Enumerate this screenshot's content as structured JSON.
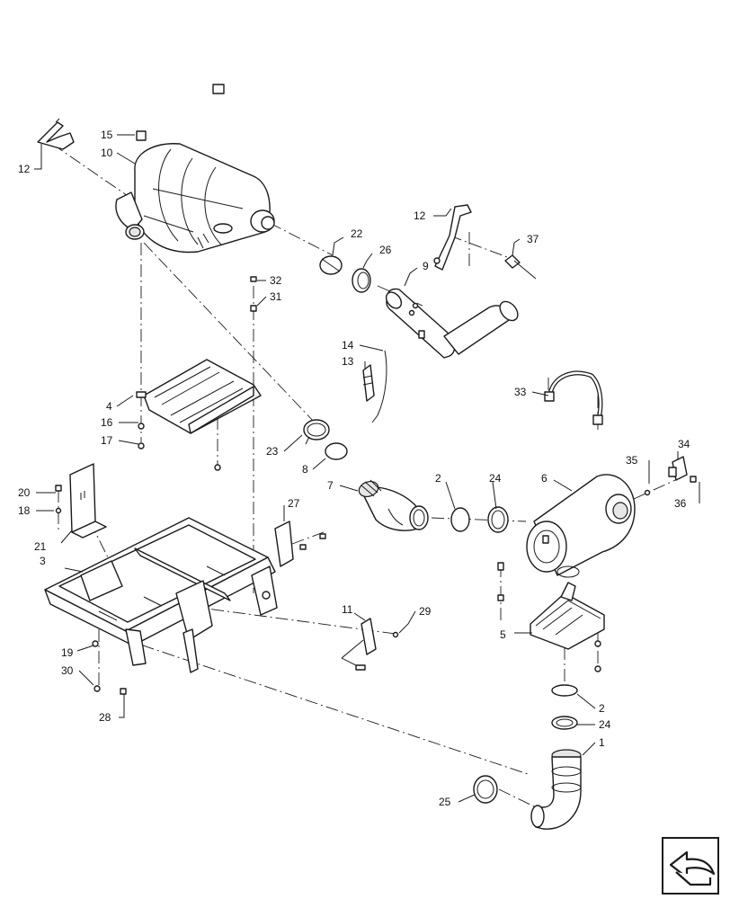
{
  "diagram": {
    "callouts": [
      {
        "id": "c12a",
        "label": "12",
        "part": "bracket"
      },
      {
        "id": "c15",
        "label": "15",
        "part": "strap"
      },
      {
        "id": "c10",
        "label": "10",
        "part": "muffler"
      },
      {
        "id": "c12b",
        "label": "12",
        "part": "bracket"
      },
      {
        "id": "c37",
        "label": "37",
        "part": "clip"
      },
      {
        "id": "c22",
        "label": "22",
        "part": "clamp"
      },
      {
        "id": "c26",
        "label": "26",
        "part": "seal"
      },
      {
        "id": "c9",
        "label": "9",
        "part": "tailpipe"
      },
      {
        "id": "c32",
        "label": "32",
        "part": "bolt"
      },
      {
        "id": "c31",
        "label": "31",
        "part": "washer"
      },
      {
        "id": "c14",
        "label": "14",
        "part": "sensor-lead"
      },
      {
        "id": "c13",
        "label": "13",
        "part": "sensor"
      },
      {
        "id": "c33",
        "label": "33",
        "part": "strap"
      },
      {
        "id": "c4",
        "label": "4",
        "part": "muffler-mount"
      },
      {
        "id": "c16",
        "label": "16",
        "part": "washer"
      },
      {
        "id": "c17",
        "label": "17",
        "part": "nut"
      },
      {
        "id": "c23",
        "label": "23",
        "part": "clamp"
      },
      {
        "id": "c8",
        "label": "8",
        "part": "seal"
      },
      {
        "id": "c34",
        "label": "34",
        "part": "sensor"
      },
      {
        "id": "c35",
        "label": "35",
        "part": "bolt"
      },
      {
        "id": "c36",
        "label": "36",
        "part": "screw"
      },
      {
        "id": "c7",
        "label": "7",
        "part": "flex-pipe"
      },
      {
        "id": "c2a",
        "label": "2",
        "part": "seal"
      },
      {
        "id": "c24a",
        "label": "24",
        "part": "clamp"
      },
      {
        "id": "c6",
        "label": "6",
        "part": "catalyst"
      },
      {
        "id": "c20",
        "label": "20",
        "part": "bolt"
      },
      {
        "id": "c18",
        "label": "18",
        "part": "washer"
      },
      {
        "id": "c21",
        "label": "21",
        "part": "plate"
      },
      {
        "id": "c27",
        "label": "27",
        "part": "bracket"
      },
      {
        "id": "c3",
        "label": "3",
        "part": "frame"
      },
      {
        "id": "c11",
        "label": "11",
        "part": "sensor-bracket"
      },
      {
        "id": "c29",
        "label": "29",
        "part": "bolt"
      },
      {
        "id": "c5",
        "label": "5",
        "part": "catalyst-mount"
      },
      {
        "id": "c19",
        "label": "19",
        "part": "nut"
      },
      {
        "id": "c30",
        "label": "30",
        "part": "nut"
      },
      {
        "id": "c28",
        "label": "28",
        "part": "bolt"
      },
      {
        "id": "c2b",
        "label": "2",
        "part": "seal"
      },
      {
        "id": "c24b",
        "label": "24",
        "part": "clamp"
      },
      {
        "id": "c1",
        "label": "1",
        "part": "elbow-pipe"
      },
      {
        "id": "c25",
        "label": "25",
        "part": "clamp"
      }
    ],
    "nav": {
      "icon": "next-page-arrow-icon"
    }
  }
}
